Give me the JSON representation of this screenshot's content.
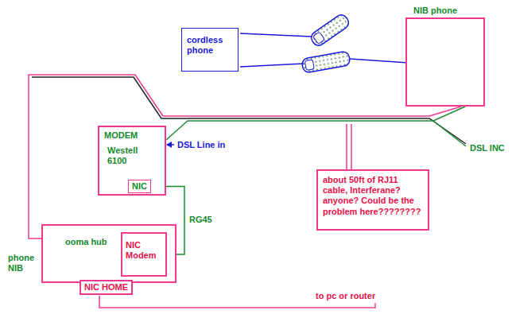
{
  "diagram": {
    "nodes": [
      {
        "text": [
          "cordless phone"
        ]
      },
      {
        "text": [
          "NIB phone"
        ]
      },
      {
        "text": [
          "MODEM",
          "Westell 6100"
        ]
      },
      {
        "text": [
          "NIC"
        ],
        "in": 2
      },
      {
        "text": [
          "ooma hub",
          "phone NIB"
        ]
      },
      {
        "text": [
          "NIC Modem"
        ],
        "in": 4
      },
      {
        "text": [
          "NIC HOME"
        ],
        "in": 4
      },
      {
        "text": [
          "about 50ft of RJ11 cable, Interferane? anyone? Could be the problem here????????"
        ]
      }
    ],
    "edges": [
      {
        "from": 3,
        "to": 5,
        "label": "RG45",
        "arrow": "none"
      },
      {
        "from": 1,
        "to": 2,
        "arrow": "none"
      },
      {
        "from": 1,
        "to": 4,
        "arrow": "none"
      }
    ],
    "labels": [
      "DSL Line in",
      "DSL INC",
      "to pc or router"
    ]
  }
}
